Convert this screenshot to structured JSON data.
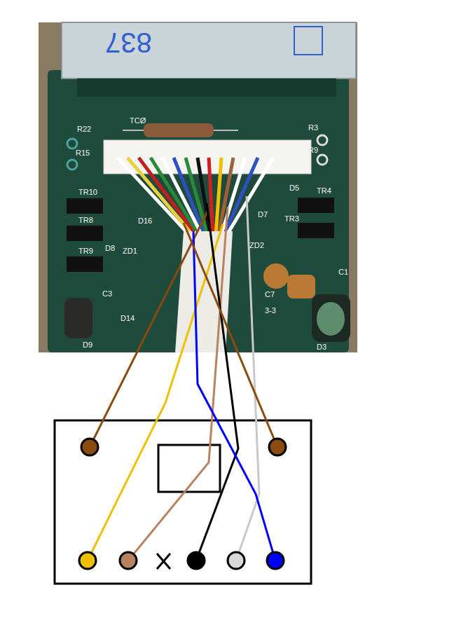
{
  "diagram": {
    "labels": [
      "837",
      "R22",
      "R15",
      "TCØ",
      "R3",
      "R9",
      "TR10",
      "TR8",
      "D16",
      "D8",
      "ZD1",
      "TR9",
      "C3",
      "D14",
      "D9",
      "D5",
      "TR4",
      "D7",
      "TR3",
      "ZD2",
      "C7",
      "C1",
      "D3",
      "3-3"
    ]
  }
}
